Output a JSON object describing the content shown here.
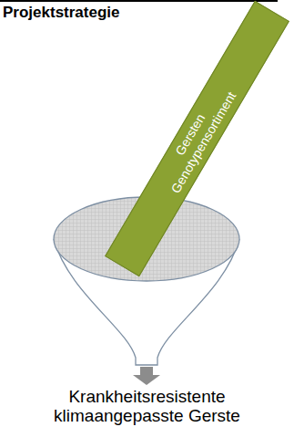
{
  "diagram": {
    "title": "Projektstrategie",
    "nodes": [
      {
        "text": [
          "Gersten Genotypensortiment"
        ]
      }
    ],
    "labels": [
      "Krankheitsresistente klimaangepasste Gerste"
    ]
  }
}
